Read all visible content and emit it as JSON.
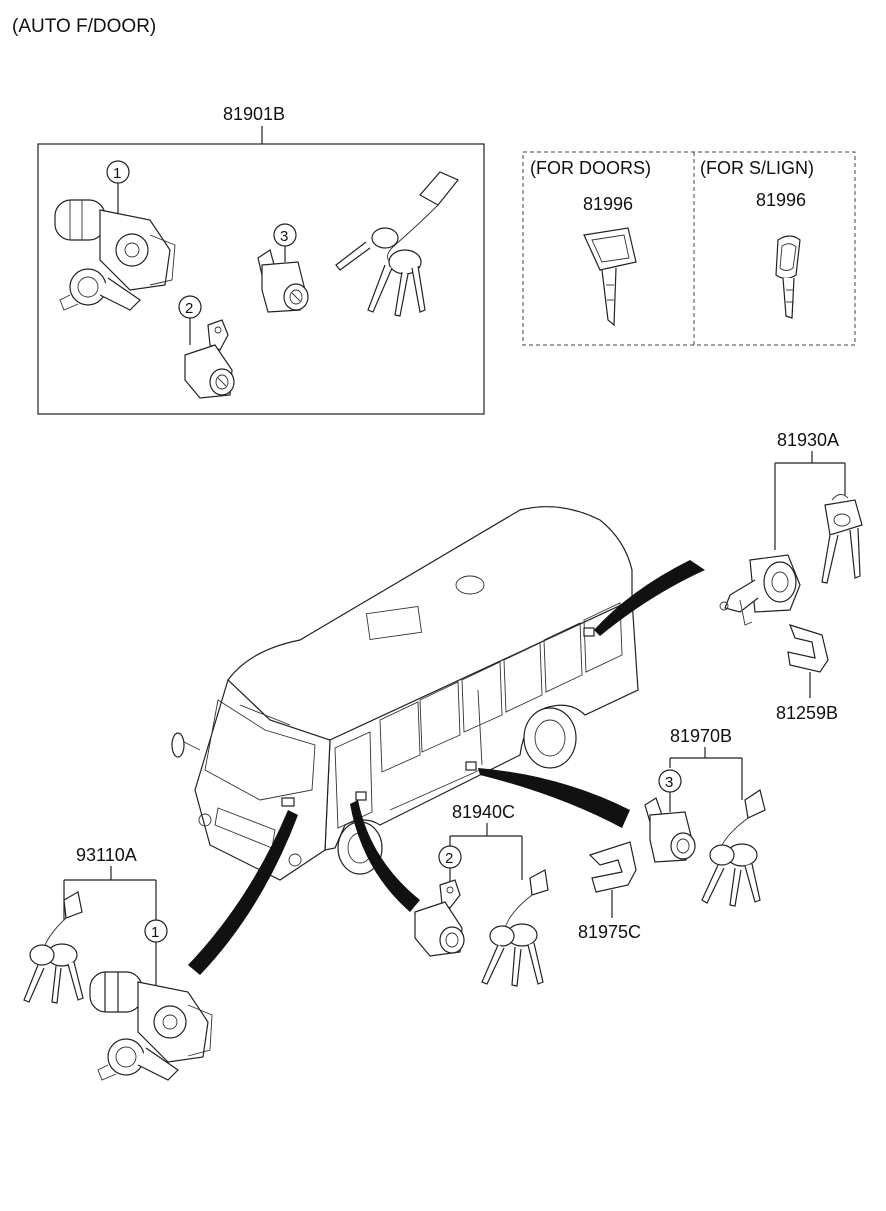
{
  "header": "(AUTO F/DOOR)",
  "assembly": {
    "label": "81901B",
    "callouts": [
      "1",
      "2",
      "3"
    ]
  },
  "key_blanks": {
    "doors_title": "(FOR DOORS)",
    "doors_part": "81996",
    "slign_title": "(FOR S/LIGN)",
    "slign_part": "81996"
  },
  "parts": {
    "p81930A": "81930A",
    "p81259B": "81259B",
    "p81970B": "81970B",
    "p81940C": "81940C",
    "p81975C": "81975C",
    "p93110A": "93110A"
  },
  "callouts": {
    "c81970B": "3",
    "c81940C": "2",
    "c93110A": "1"
  }
}
